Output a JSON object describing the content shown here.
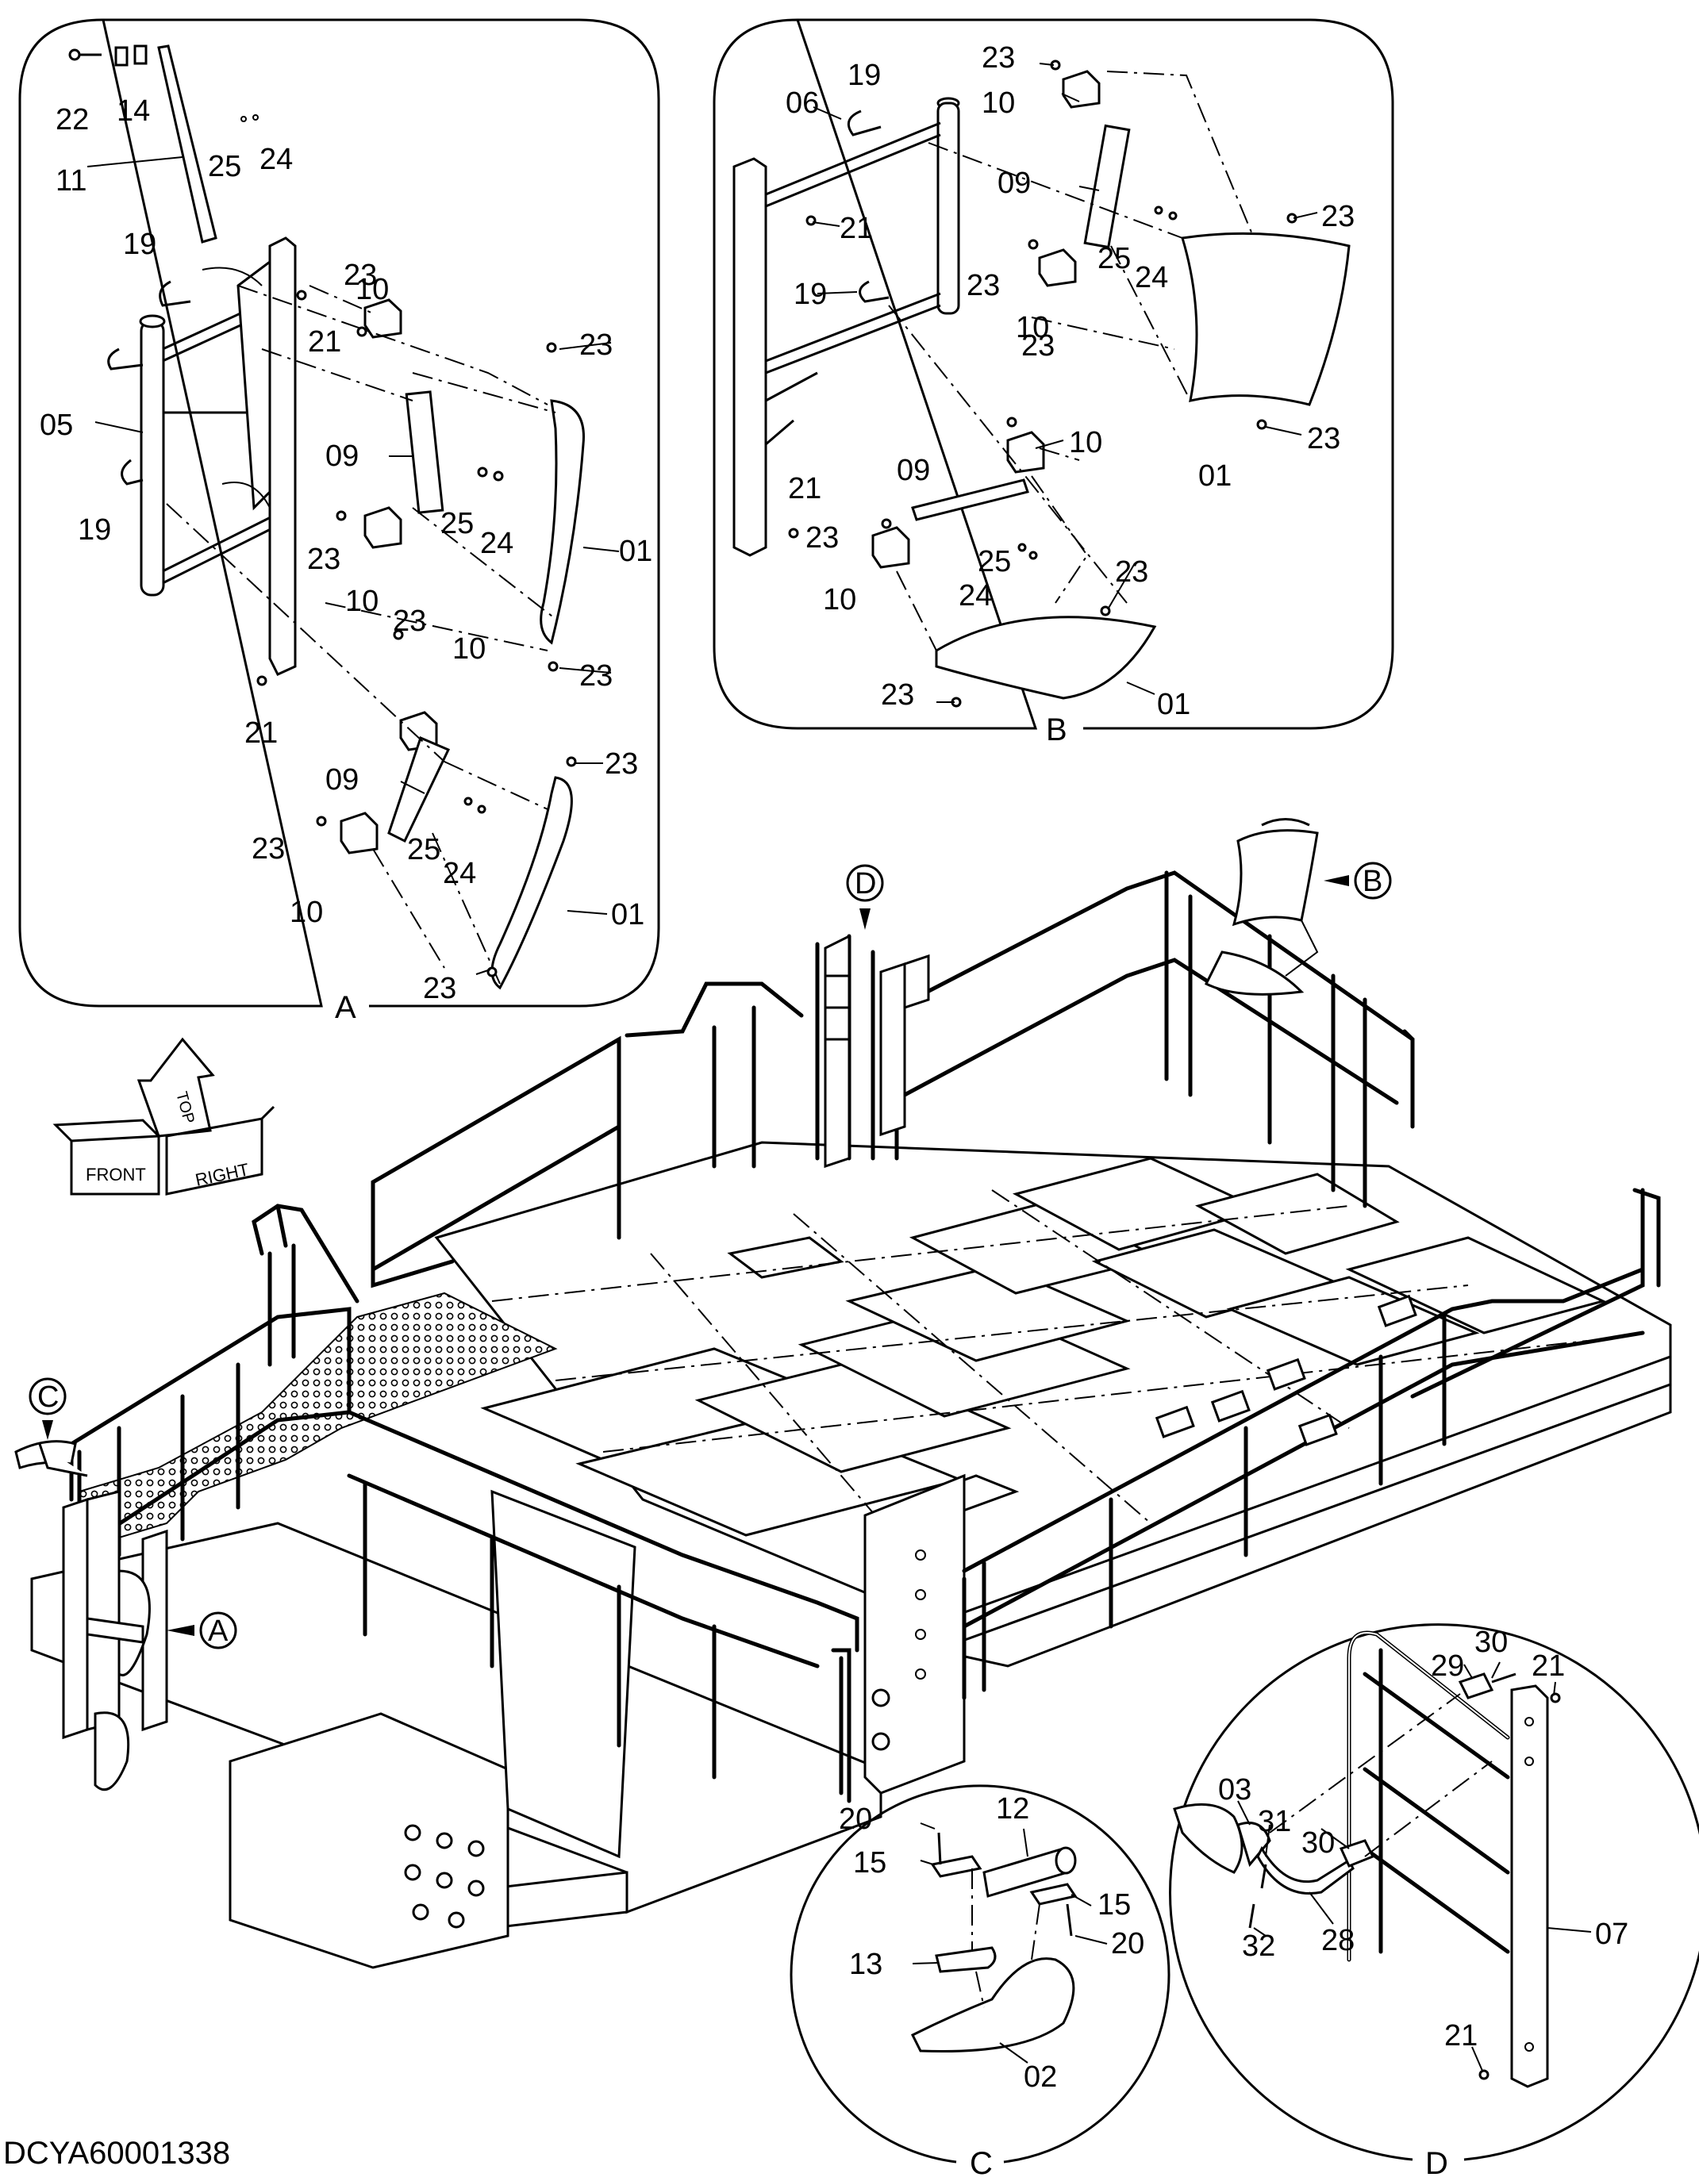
{
  "document_code": "DCYA60001338",
  "orientation_marker": {
    "top": "TOP",
    "front": "FRONT",
    "right": "RIGHT"
  },
  "detail_callouts": {
    "A": "A",
    "B": "B",
    "C": "C",
    "D": "D"
  },
  "view_A": {
    "caption": "A",
    "labels": {
      "l22": "22",
      "l14": "14",
      "l11": "11",
      "l25a": "25",
      "l24a": "24",
      "l19a": "19",
      "l23a": "23",
      "l10a": "10",
      "l21a": "21",
      "l05": "05",
      "l09a": "09",
      "l23b": "23",
      "l25b": "25",
      "l24b": "24",
      "l19b": "19",
      "l01a": "01",
      "l23c": "23",
      "l10b": "10",
      "l23d": "23",
      "l10c": "10",
      "l21b": "21",
      "l23e": "23",
      "l09b": "09",
      "l23f": "23",
      "l25c": "25",
      "l24c": "24",
      "l10d": "10",
      "l01b": "01",
      "l23g": "23"
    }
  },
  "view_B": {
    "caption": "B",
    "labels": {
      "l23a": "23",
      "l19a": "19",
      "l06": "06",
      "l10a": "10",
      "l09a": "09",
      "l21a": "21",
      "l23b": "23",
      "l25a": "25",
      "l24a": "24",
      "l19b": "19",
      "l23c": "23",
      "l10b": "10",
      "l01a": "01",
      "l23d": "23",
      "l23e": "23",
      "l10c": "10",
      "l09b": "09",
      "l21b": "21",
      "l23f": "23",
      "l25b": "25",
      "l24b": "24",
      "l10d": "10",
      "l23g": "23",
      "l23h": "23",
      "l01b": "01"
    }
  },
  "view_C": {
    "caption": "C",
    "labels": {
      "l20a": "20",
      "l12": "12",
      "l15a": "15",
      "l15b": "15",
      "l20b": "20",
      "l13": "13",
      "l02": "02"
    }
  },
  "view_D": {
    "caption": "D",
    "labels": {
      "l30a": "30",
      "l29": "29",
      "l21a": "21",
      "l03": "03",
      "l31": "31",
      "l30b": "30",
      "l07": "07",
      "l32": "32",
      "l28": "28",
      "l21b": "21"
    }
  }
}
